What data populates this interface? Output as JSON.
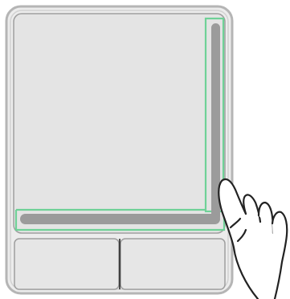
{
  "diagram": {
    "subject": "touchpad",
    "scroll_zones": [
      "vertical-scroll-zone",
      "horizontal-scroll-zone"
    ],
    "buttons": [
      "left-button",
      "right-button"
    ],
    "gesture": "finger-scroll"
  },
  "colors": {
    "pad_fill": "#e2e2e2",
    "pad_frame": "#a9a9a9",
    "pad_outer": "#bdbdbd",
    "highlight": "#6fd197",
    "scroll_bar": "#9b9b9b",
    "outline": "#222222",
    "skin": "#ffffff"
  }
}
